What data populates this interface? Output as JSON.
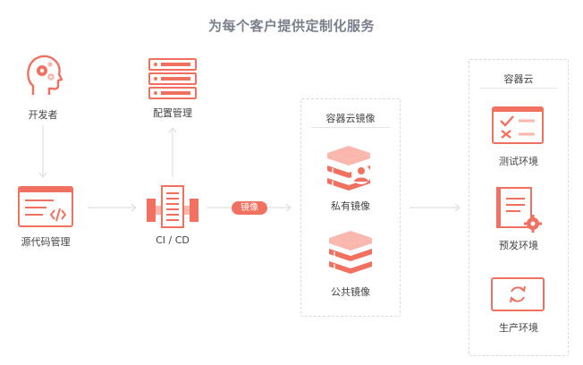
{
  "title": "为每个客户提供定制化服务",
  "colors": {
    "accent": "#f27060",
    "accent_light": "#f9b7ad",
    "line": "#dcdfe3",
    "text": "#444444",
    "title": "#7a7f8c"
  },
  "nodes": {
    "developer": {
      "label": "开发者",
      "icon": "head-gear-icon"
    },
    "config": {
      "label": "配置管理",
      "icon": "server-stack-icon"
    },
    "source": {
      "label": "源代码管理",
      "icon": "code-window-icon"
    },
    "cicd": {
      "label": "CI / CD",
      "icon": "pipeline-icon"
    }
  },
  "image_badge": "镜像",
  "registry": {
    "title": "容器云镜像",
    "private": {
      "label": "私有镜像",
      "icon": "private-image-icon"
    },
    "public": {
      "label": "公共镜像",
      "icon": "public-image-icon"
    }
  },
  "cloud": {
    "title": "容器云",
    "test": {
      "label": "测试环境",
      "icon": "checklist-icon"
    },
    "staging": {
      "label": "预发环境",
      "icon": "document-gear-icon"
    },
    "production": {
      "label": "生产环境",
      "icon": "refresh-monitor-icon"
    }
  }
}
